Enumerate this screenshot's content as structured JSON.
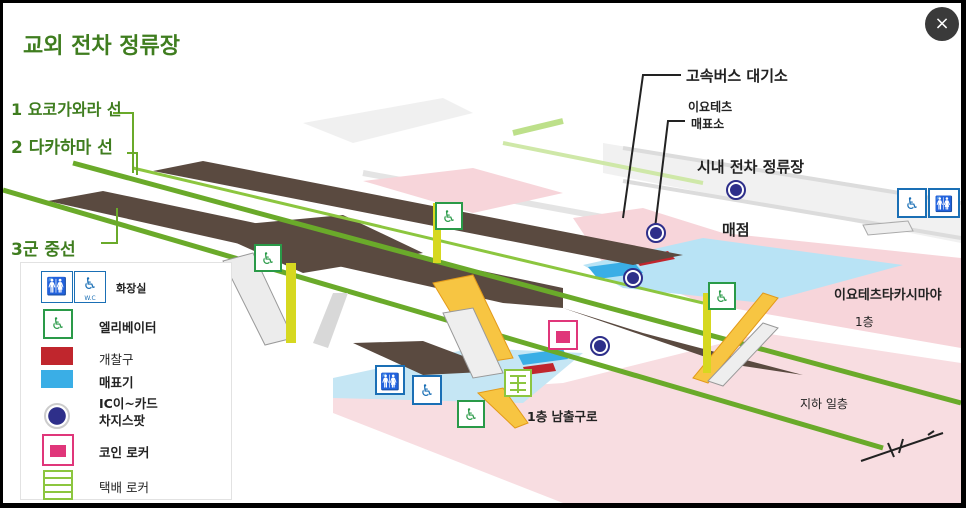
{
  "title": "교외 전차 정류장",
  "close_button": "×",
  "lines": [
    "1 요코가와라 선",
    "2 다카하마 선",
    "3군 중선"
  ],
  "labels": {
    "bus_waiting": "고속버스 대기소",
    "iyotetsu_ticket_1": "이요테츠",
    "iyotetsu_ticket_2": "매표소",
    "tram_stop": "시내 전차 정류장",
    "shop": "매점",
    "takashimaya": "이요테츠타카시마야",
    "floor1": "1층",
    "basement": "지하 일층",
    "south_exit": "1층 남출구로"
  },
  "legend": {
    "toilet": "화장실",
    "toilet_wc": "W.C",
    "elevator": "엘리베이터",
    "gate": "개찰구",
    "ticket_machine": "매표기",
    "ic_card_1": "IC이~카드",
    "ic_card_2": "차지스팟",
    "coin_locker": "코인 로커",
    "delivery_locker": "택배 로커"
  },
  "colors": {
    "title_green": "#3f7d1f",
    "track_green": "#6aaa2a",
    "platform_brown": "#5a4a40",
    "gate_red": "#c0262d",
    "ticket_blue": "#3aaee6",
    "area_pink": "#f7d5da",
    "area_lightblue": "#b8e3f5",
    "ic_navy": "#2e2f8a",
    "coin_pink": "#e0367a",
    "delivery_green": "#8cc63f"
  }
}
